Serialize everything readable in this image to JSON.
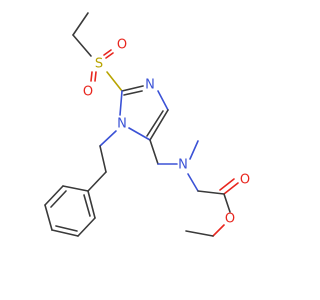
{
  "atoms": {
    "sulfur": "S",
    "oxygen": "O",
    "nitrogen": "N"
  },
  "colors": {
    "bond": "#3a3a3a",
    "sulfur": "#b8a400",
    "oxygen": "#e8261e",
    "nitrogen": "#3b52d6",
    "background": "#ffffff"
  }
}
